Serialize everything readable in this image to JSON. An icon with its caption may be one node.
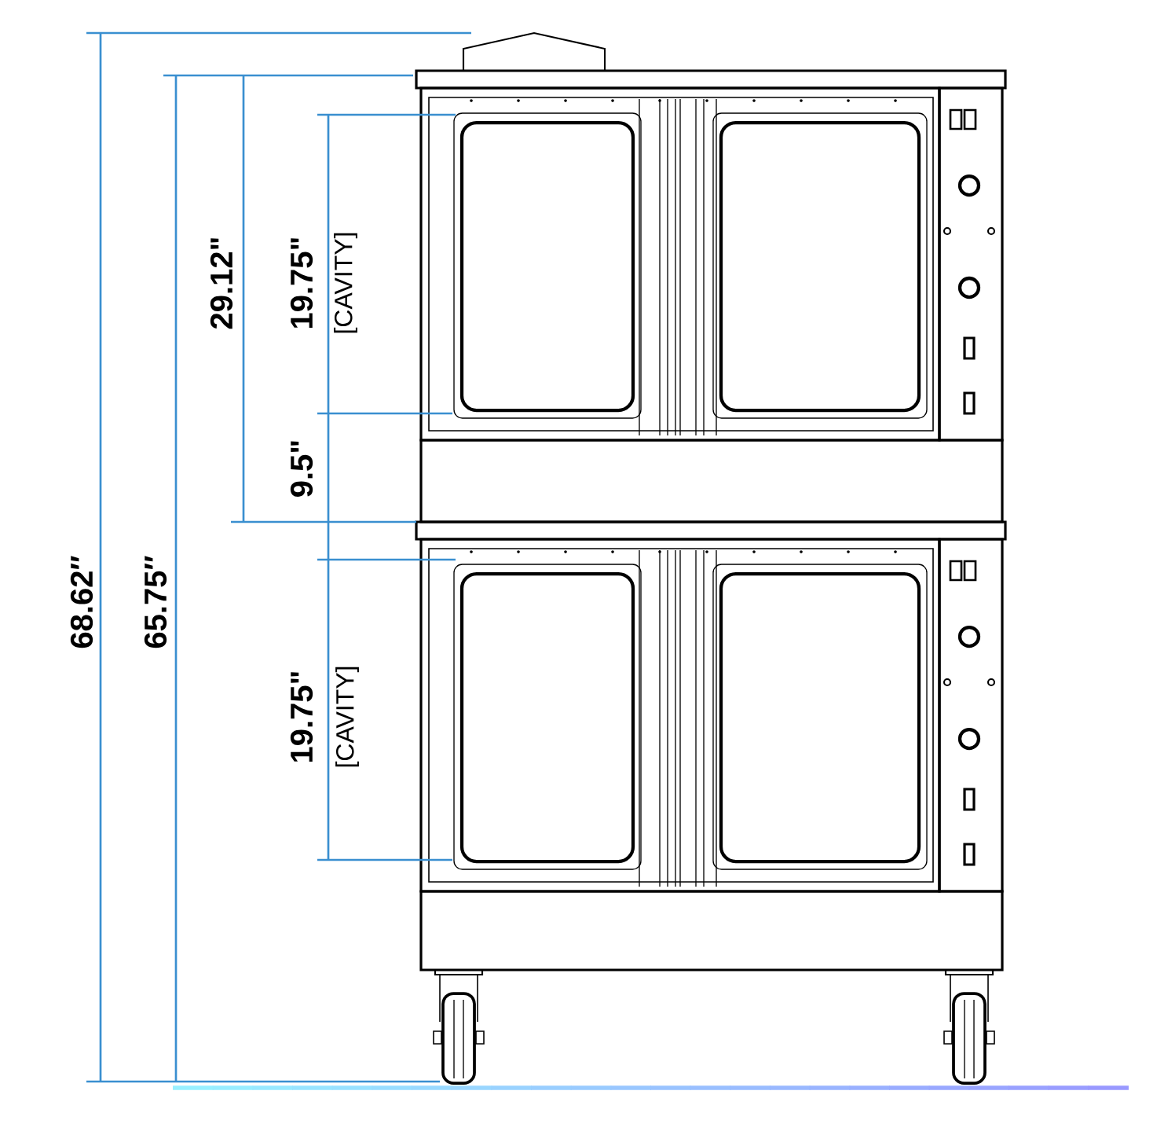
{
  "diagram": {
    "labels": [
      "68.62″",
      "65.75″",
      "29.12\"",
      "19.75\"",
      "[CAVITY]",
      "9.5\"",
      "19.75\"",
      "[CAVITY]"
    ]
  }
}
